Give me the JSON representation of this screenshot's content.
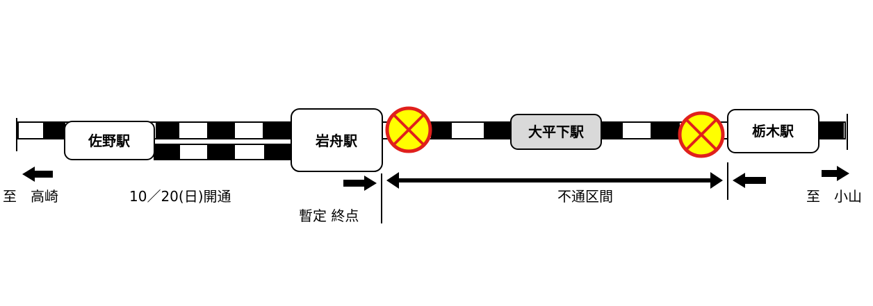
{
  "stations": {
    "sano": "佐野駅",
    "iwafune": "岩舟駅",
    "ohirashita": "大平下駅",
    "tochigi": "栃木駅"
  },
  "captions": {
    "to_takasaki": "至　高崎",
    "reopened": "10／20(日)開通",
    "temporary_terminal": "暫定 終点",
    "suspended_section": "不通区間",
    "to_oyama": "至　小山"
  },
  "colors": {
    "track_black": "#000000",
    "track_white": "#ffffff",
    "closed_marker_fill": "#ffff00",
    "closed_marker_stroke": "#e0201c",
    "suspended_station_fill": "#d9d9d9"
  }
}
